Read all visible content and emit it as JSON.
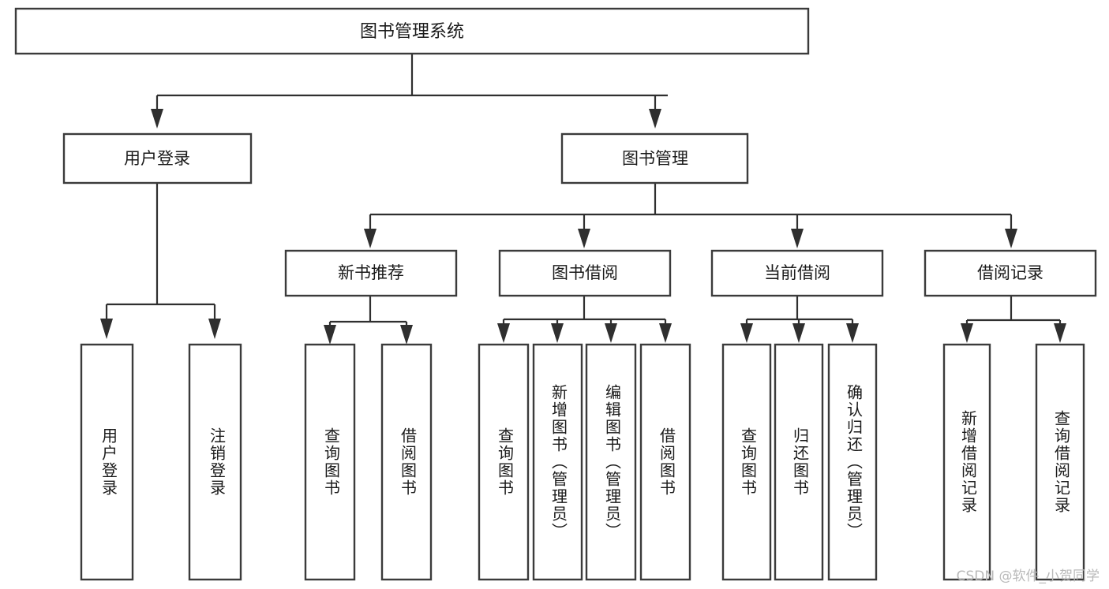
{
  "diagram": {
    "title": "图书管理系统",
    "type": "hierarchy-tree",
    "orientation": "top-down",
    "levels": 4,
    "colors": {
      "box_fill": "#ffffff",
      "box_stroke": "#3b3b3b",
      "connector": "#2f2f2f",
      "text": "#1a1a1a",
      "background": "#ffffff",
      "watermark": "#b9b9b9"
    }
  },
  "root": {
    "label": "图书管理系统"
  },
  "level2": [
    {
      "label": "用户登录"
    },
    {
      "label": "图书管理"
    }
  ],
  "level3": [
    {
      "label": "新书推荐"
    },
    {
      "label": "图书借阅"
    },
    {
      "label": "当前借阅"
    },
    {
      "label": "借阅记录"
    }
  ],
  "leaves": {
    "user_login": [
      {
        "label": "用户登录"
      },
      {
        "label": "注销登录"
      }
    ],
    "new_book_recommend": [
      {
        "label": "查询图书"
      },
      {
        "label": "借阅图书"
      }
    ],
    "book_borrow": [
      {
        "label": "查询图书"
      },
      {
        "label": "新增图书（管理员）"
      },
      {
        "label": "编辑图书（管理员）"
      },
      {
        "label": "借阅图书"
      }
    ],
    "current_borrow": [
      {
        "label": "查询图书"
      },
      {
        "label": "归还图书"
      },
      {
        "label": "确认归还（管理员）"
      }
    ],
    "borrow_record": [
      {
        "label": "新增借阅记录"
      },
      {
        "label": "查询借阅记录"
      }
    ]
  },
  "watermark": {
    "text": "CSDN @软件_小贺同学"
  }
}
